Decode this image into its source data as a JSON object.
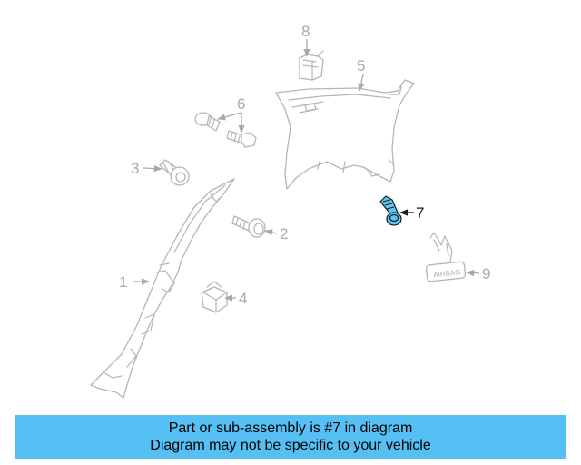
{
  "callouts": {
    "c1": "1",
    "c2": "2",
    "c3": "3",
    "c4": "4",
    "c5": "5",
    "c6": "6",
    "c7": "7",
    "c8": "8",
    "c9": "9"
  },
  "airbag_label": "AIRBAG",
  "highlighted_part": "7",
  "colors": {
    "highlight": "#5bc8f5",
    "banner": "#56c0f5",
    "line_art": "#b5b5b5"
  },
  "banner": {
    "line1": "Part or sub-assembly is #7 in diagram",
    "line2": "Diagram may not be specific to your vehicle"
  }
}
